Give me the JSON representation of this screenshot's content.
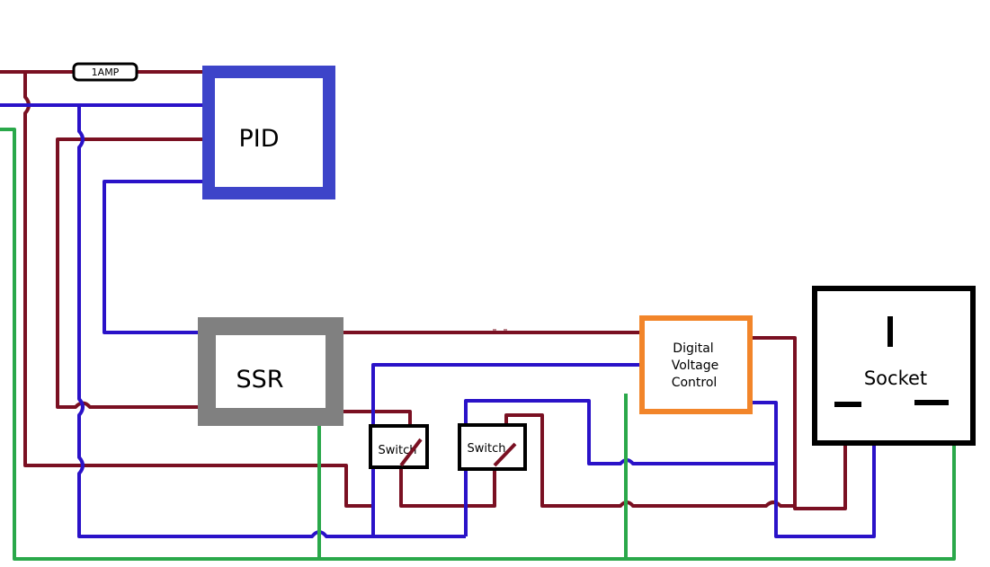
{
  "colors": {
    "live": "#7a1022",
    "neutral": "#2a12c8",
    "earth": "#2aa84a",
    "pid_box": "#3d44c9",
    "ssr_box": "#808080",
    "dvc_box": "#f2852a",
    "socket_box": "#000000",
    "switch_box": "#000000"
  },
  "fuse": {
    "label": "1AMP"
  },
  "pid": {
    "label": "PID"
  },
  "ssr": {
    "label": "SSR"
  },
  "dvc": {
    "line1": "Digital",
    "line2": "Voltage",
    "line3": "Control"
  },
  "switch1": {
    "label": "Switch"
  },
  "switch2": {
    "label": "Switch"
  },
  "socket": {
    "label": "Socket"
  }
}
